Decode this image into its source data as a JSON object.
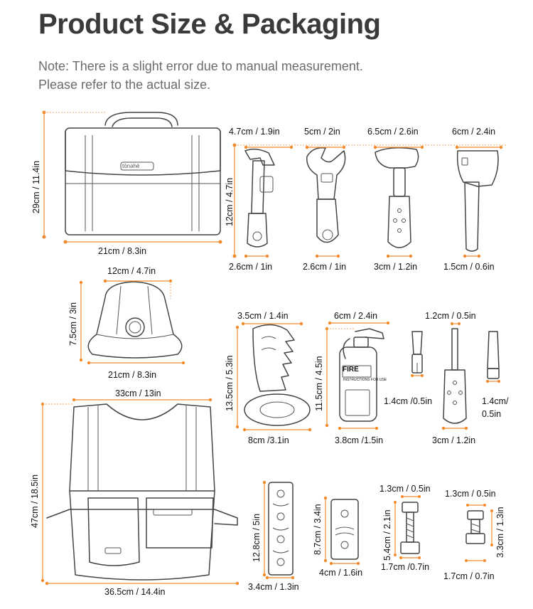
{
  "title": "Product Size & Packaging",
  "note": {
    "line1": "Note: There is a slight error due to manual measurement.",
    "line2": "Please refer to the actual size."
  },
  "bag": {
    "logo": "tōnəhē",
    "height": "29cm / 11.4in",
    "width": "21cm / 8.3in"
  },
  "tools_row": {
    "height": "12cm / 4.7in",
    "pipe_wrench": {
      "top": "4.7cm / 1.9in",
      "bottom": "2.6cm / 1in"
    },
    "adjustable_wrench": {
      "top": "5cm / 2in",
      "bottom": "2.6cm / 1in"
    },
    "hammer": {
      "top": "6.5cm / 2.6in",
      "bottom": "3cm / 1.2in"
    },
    "axe": {
      "top": "6cm / 2.4in",
      "bottom": "1.5cm / 0.6in"
    }
  },
  "helmet": {
    "top": "12cm / 4.7in",
    "height": "7.5cm / 3in",
    "bottom": "21cm / 8.3in"
  },
  "saw": {
    "top": "3.5cm / 1.4in",
    "height": "13.5cm / 5.3in",
    "bottom": "8cm /3.1in"
  },
  "extinguisher": {
    "top": "6cm / 2.4in",
    "height": "11.5cm / 4.5in",
    "bottom": "3.8cm /1.5in",
    "label_fire": "FIRE",
    "label_instructions": "INSTRUCTIONS FOR USE"
  },
  "screwdriver": {
    "top": "1.2cm / 0.5in",
    "bit_left": "1.4cm /0.5in",
    "bottom": "3cm / 1.2in",
    "bit_right_1": "1.4cm/",
    "bit_right_2": "0.5in"
  },
  "vest": {
    "top": "33cm / 13in",
    "height": "47cm / 18.5in",
    "bottom": "36.5cm / 14.4in"
  },
  "wood_long": {
    "height": "12.8cm / 5in",
    "bottom": "3.4cm / 1.3in"
  },
  "wood_short": {
    "height": "8.7cm / 3.4in",
    "bottom": "4cm / 1.6in"
  },
  "bolt_long": {
    "top": "1.3cm / 0.5in",
    "height": "5.4cm / 2.1in",
    "bottom": "1.7cm /0.7in"
  },
  "bolt_short": {
    "top": "1.3cm / 0.5in",
    "height": "3.3cm / 1.3in",
    "bottom": "1.7cm / 0.7in"
  }
}
